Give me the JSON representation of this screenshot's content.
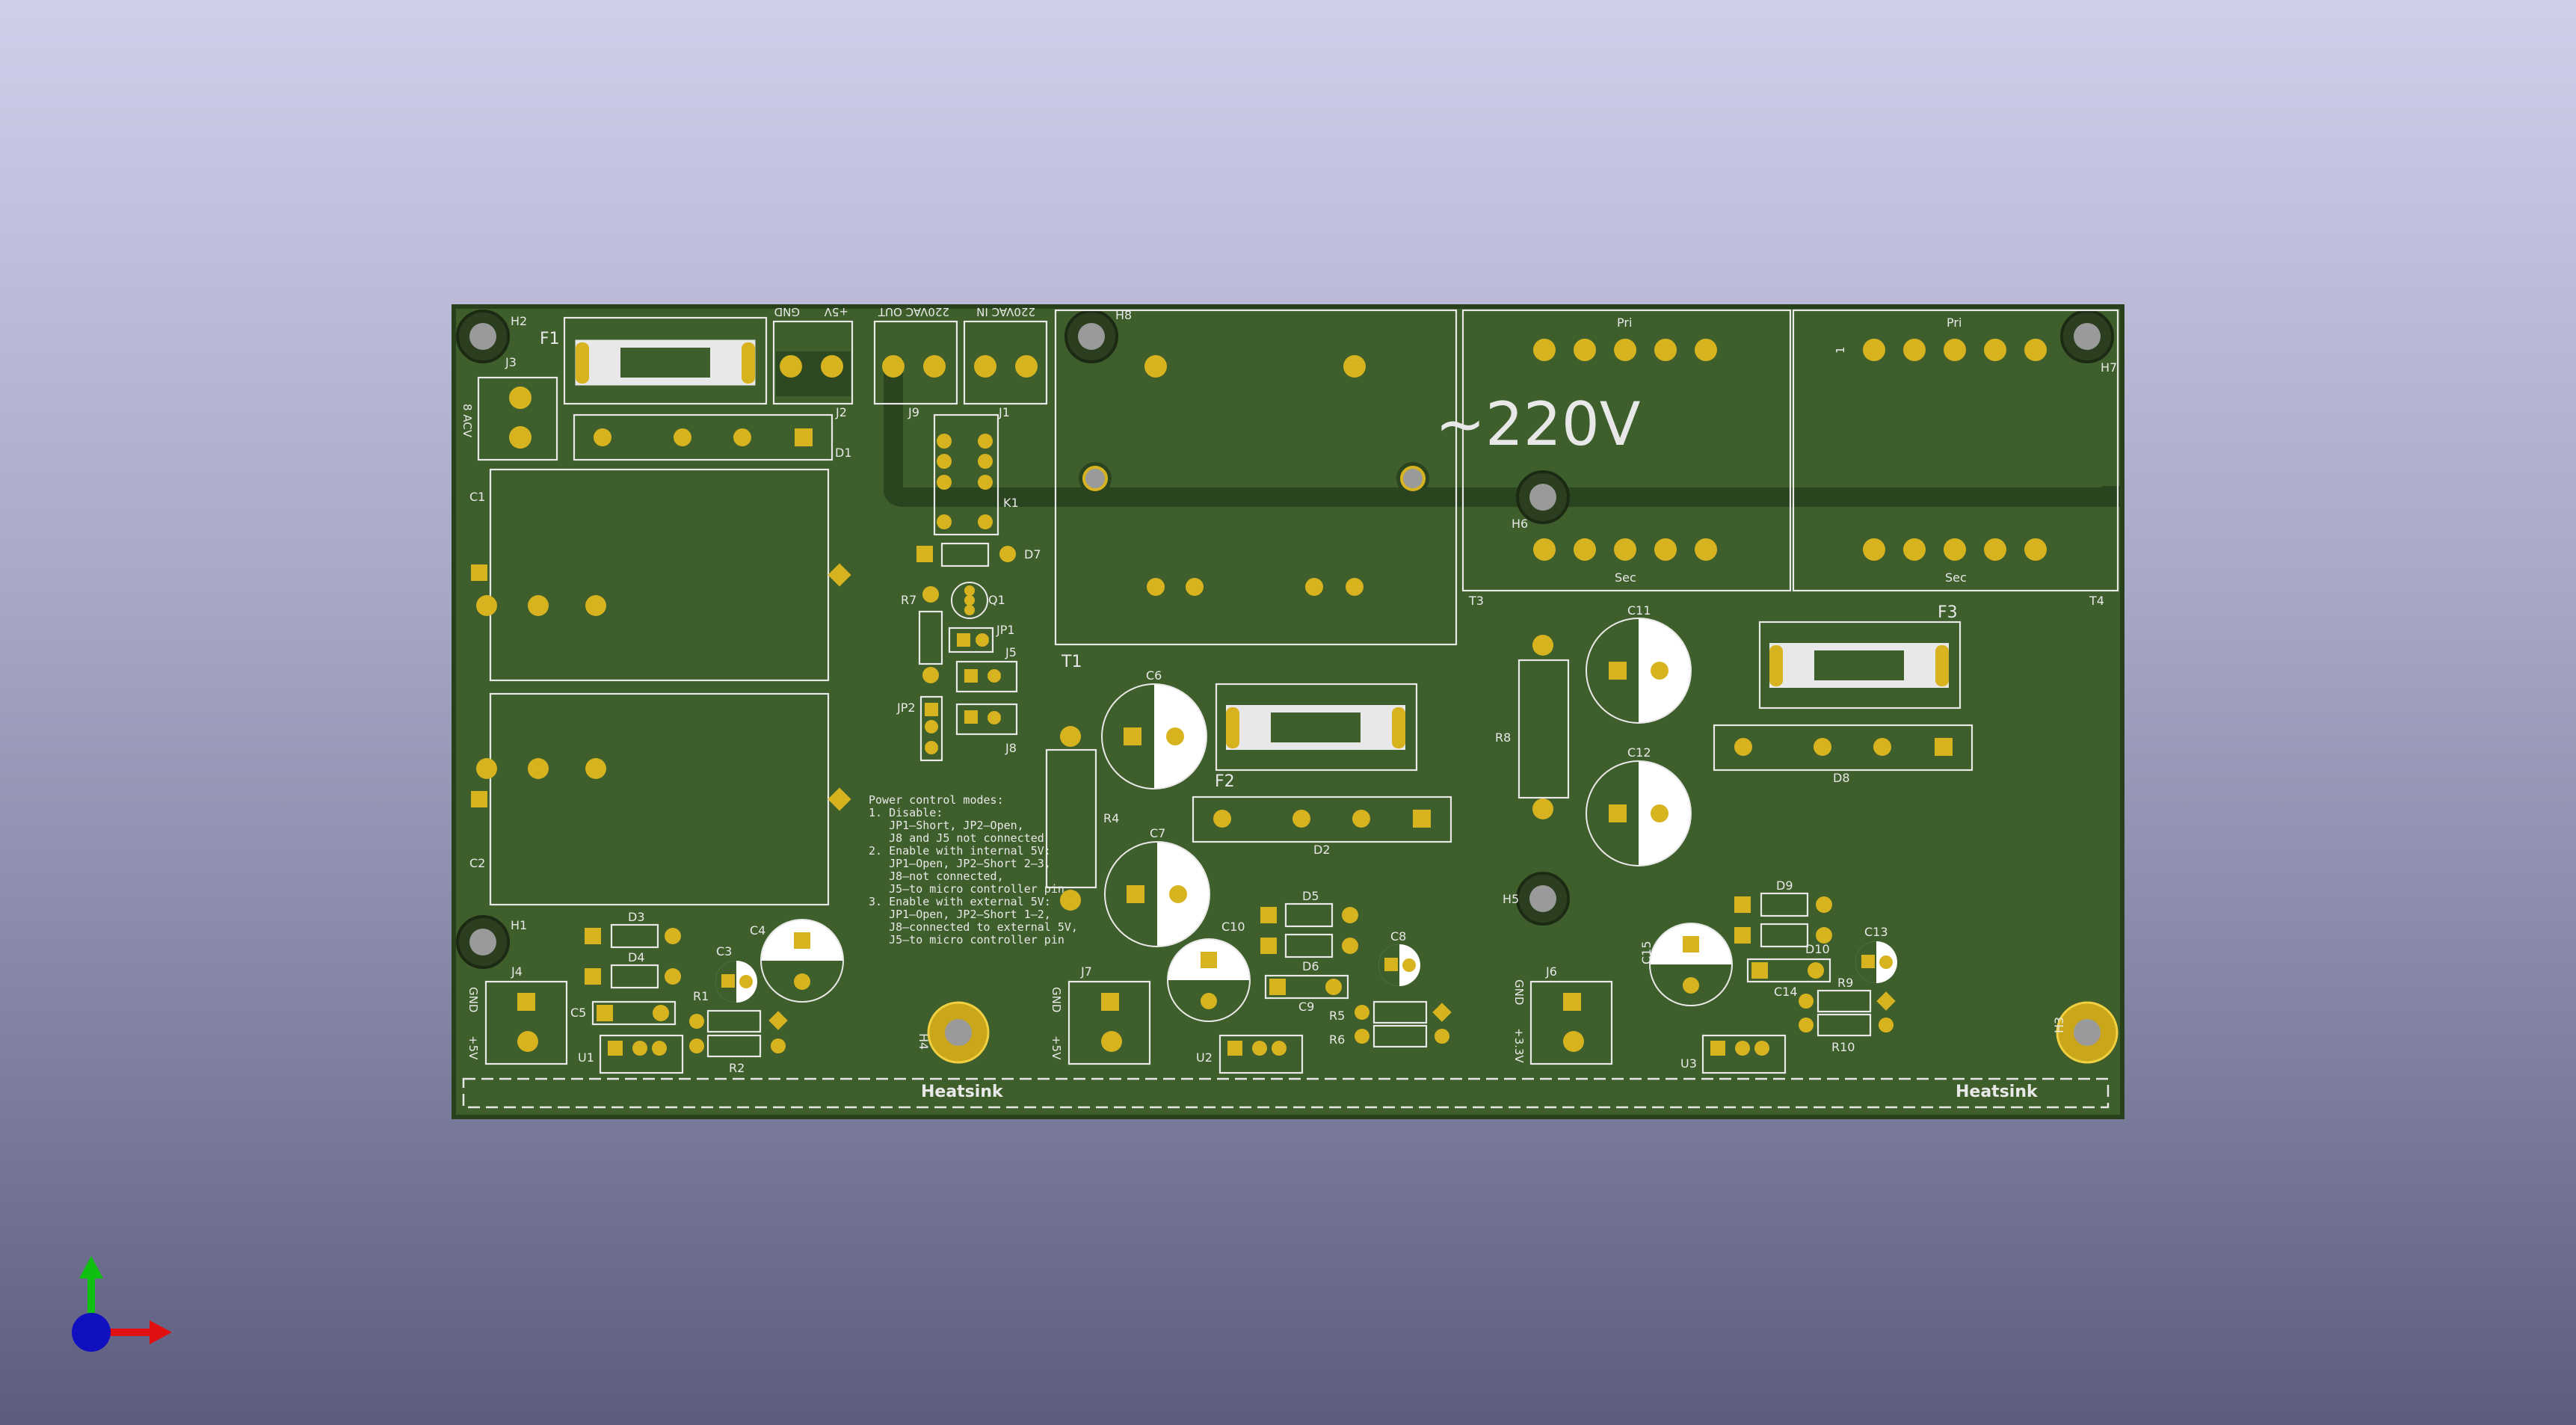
{
  "board": {
    "labels": {
      "H1": "H1",
      "H2": "H2",
      "H4": "H4",
      "H5": "H5",
      "H6": "H6",
      "H7": "H7",
      "H8": "H8",
      "H3": "H3",
      "J1": "J1",
      "J2": "J2",
      "J3": "J3",
      "J4": "J4",
      "J5": "J5",
      "J6": "J6",
      "J7": "J7",
      "J8": "J8",
      "J9": "J9",
      "F1": "F1",
      "F2": "F2",
      "F3": "F3",
      "C1": "C1",
      "C2": "C2",
      "C3": "C3",
      "C4": "C4",
      "C5": "C5",
      "C6": "C6",
      "C7": "C7",
      "C8": "C8",
      "C9": "C9",
      "C10": "C10",
      "C11": "C11",
      "C12": "C12",
      "C13": "C13",
      "C14": "C14",
      "C15": "C15",
      "D1": "D1",
      "D2": "D2",
      "D3": "D3",
      "D4": "D4",
      "D5": "D5",
      "D6": "D6",
      "D7": "D7",
      "D8": "D8",
      "D9": "D9",
      "D10": "D10",
      "R1": "R1",
      "R2": "R2",
      "R4": "R4",
      "R5": "R5",
      "R6": "R6",
      "R7": "R7",
      "R8": "R8",
      "R9": "R9",
      "R10": "R10",
      "U1": "U1",
      "U2": "U2",
      "U3": "U3",
      "K1": "K1",
      "Q1": "Q1",
      "JP1": "JP1",
      "JP2": "JP2",
      "T1": "T1",
      "T3": "T3",
      "T4": "T4"
    },
    "connector_text": {
      "j3_side": "8 ACV",
      "j2_gnd": "GND",
      "j2_plus5v": "+5V",
      "j9_out": "220VAC OUT",
      "j1_in": "220VAC IN",
      "j4_gnd": "GND",
      "j4_plus5v": "+5V",
      "j7_gnd": "GND",
      "j7_plus5v": "+5V",
      "j6_gnd": "GND",
      "j6_plus33v": "+3.3V",
      "pri_left": "Pri",
      "pri_right": "Pri",
      "sec_left": "Sec",
      "sec_right": "Sec",
      "pin1": "1"
    },
    "voltage_label": "~220V",
    "heatsink_left": "Heatsink",
    "heatsink_right": "Heatsink",
    "notes": [
      "Power control modes:",
      "1. Disable:",
      "   JP1—Short, JP2—Open,",
      "   J8 and J5 not connected",
      "2. Enable with internal 5V:",
      "   JP1—Open, JP2—Short 2—3,",
      "   J8—not connected,",
      "   J5—to micro controller pin",
      "3. Enable with external 5V:",
      "   JP1—Open, JP2—Short 1—2,",
      "   J8—connected to external 5V,",
      "   J5—to micro controller pin"
    ]
  },
  "colors": {
    "board": "#3e5e2b",
    "copper": "#2f4a22",
    "pad": "#d8b320",
    "silk": "#e8e8e8",
    "axis_x": "#e01010",
    "axis_y": "#10c010",
    "axis_z": "#1010c0"
  }
}
